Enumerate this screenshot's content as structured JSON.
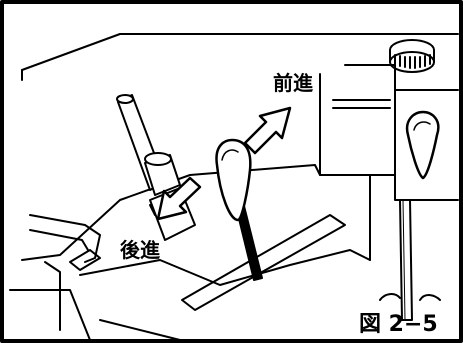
{
  "labels": {
    "forward": "前進",
    "reverse": "後進",
    "figure": "図 2−5"
  },
  "colors": {
    "ink": "#000000",
    "paper": "#ffffff"
  }
}
